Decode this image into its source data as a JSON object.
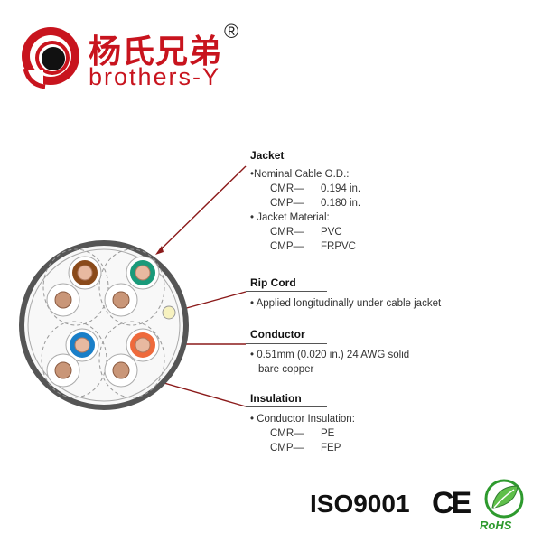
{
  "brand": {
    "name_cn": "杨氏兄弟",
    "name_en": "brothers-Y",
    "registered_mark": "®",
    "logo_color": "#c8141e"
  },
  "sections": {
    "jacket": {
      "title": "Jacket",
      "lines": [
        "•Nominal Cable O.D.:",
        "CMR—",
        "0.194 in.",
        "CMP—",
        "0.180 in.",
        "• Jacket Material:",
        "CMR—",
        "PVC",
        "CMP—",
        "FRPVC"
      ]
    },
    "rip_cord": {
      "title": "Rip Cord",
      "lines": [
        "• Applied longitudinally under cable jacket"
      ]
    },
    "conductor": {
      "title": "Conductor",
      "lines": [
        "• 0.51mm (0.020 in.) 24 AWG solid",
        "bare copper"
      ]
    },
    "insulation": {
      "title": "Insulation",
      "lines": [
        "• Conductor Insulation:",
        "CMR—",
        "PE",
        "CMP—",
        "FEP"
      ]
    }
  },
  "pair_colors": [
    "#8a4a1a",
    "#1a9a7a",
    "#1a7fc8",
    "#ee6a3c"
  ],
  "accent_color": "#8b1a1a",
  "certifications": {
    "iso": "ISO9001",
    "ce": "CE",
    "rohs": "RoHS"
  }
}
